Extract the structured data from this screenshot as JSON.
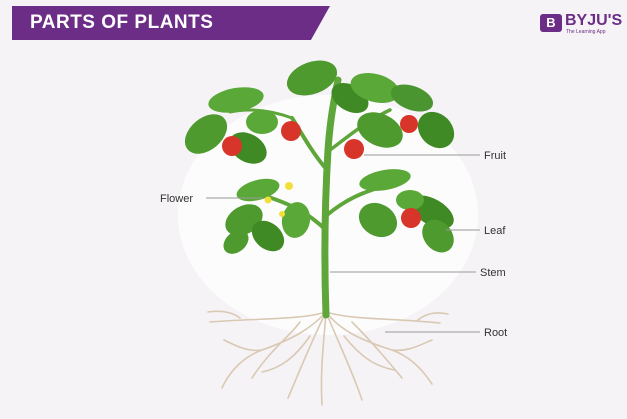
{
  "title": "PARTS OF PLANTS",
  "logo": {
    "text": "BYJU'S",
    "tagline": "The Learning App",
    "mark": "B"
  },
  "labels": {
    "fruit": "Fruit",
    "flower": "Flower",
    "leaf": "Leaf",
    "stem": "Stem",
    "root": "Root"
  },
  "colors": {
    "banner": "#6b2d86",
    "leaf": "#4e9a2f",
    "stem": "#5fa63a",
    "fruit": "#d8352a",
    "root": "#d9c9b3"
  }
}
